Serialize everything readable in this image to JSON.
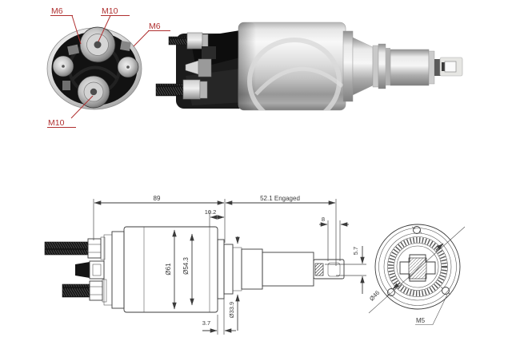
{
  "end_view_photo": {
    "labels": {
      "m6_left": "M6",
      "m10_top": "M10",
      "m6_right": "M6",
      "m10_bottom": "M10"
    }
  },
  "side_view": {
    "dims": {
      "overall_length": "89",
      "engaged_length": "52.1 Engaged",
      "flange_offset": "10.2",
      "slot_length": "8",
      "pin_height": "5.7",
      "body_diameter": "Ø61",
      "cap_diameter": "Ø54.3",
      "flange_diameter": "Ø33.9",
      "flange_thickness": "3.7"
    }
  },
  "front_view": {
    "dims": {
      "bolt_circle_diameter": "Ø46",
      "mount_thread": "M5"
    }
  },
  "colors": {
    "label_red": "#b03030",
    "drawing_line": "#3b3b3b",
    "photo_black": "#1b1b1b"
  }
}
